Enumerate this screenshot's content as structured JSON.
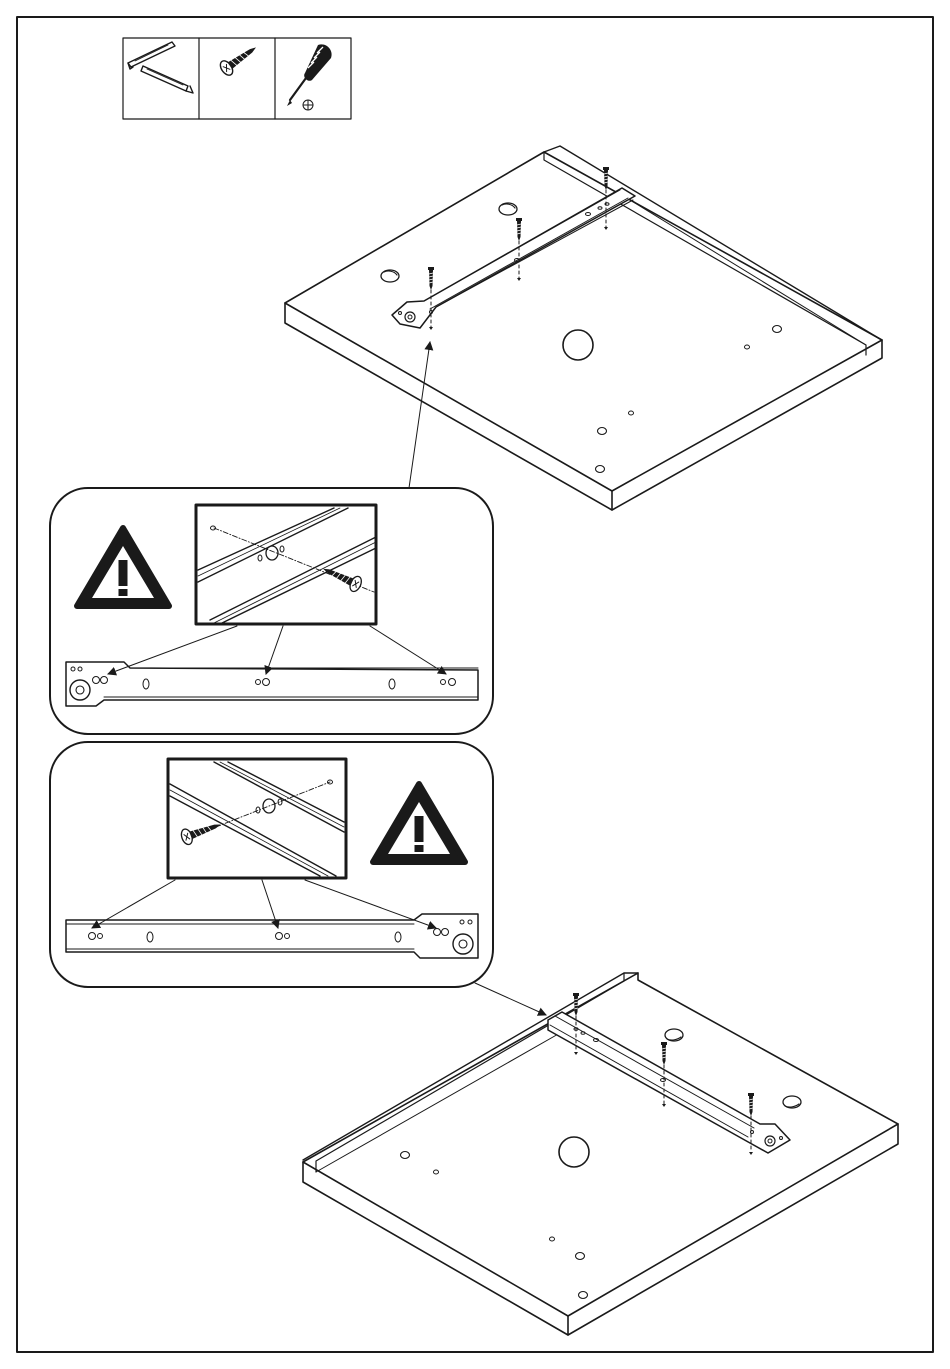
{
  "document": {
    "step_type": "assembly-instruction",
    "parts_strip": [
      {
        "name": "drawer-slide-pair",
        "icon": "drawer-slide-icon"
      },
      {
        "name": "screw",
        "icon": "screw-icon"
      },
      {
        "name": "phillips-screwdriver",
        "icon": "screwdriver-icon",
        "symbol": "⊕"
      }
    ],
    "warning_symbol": "!",
    "colors": {
      "line": "#1a1a1a",
      "background": "#ffffff",
      "warning_fill": "#1a1a1a"
    }
  }
}
